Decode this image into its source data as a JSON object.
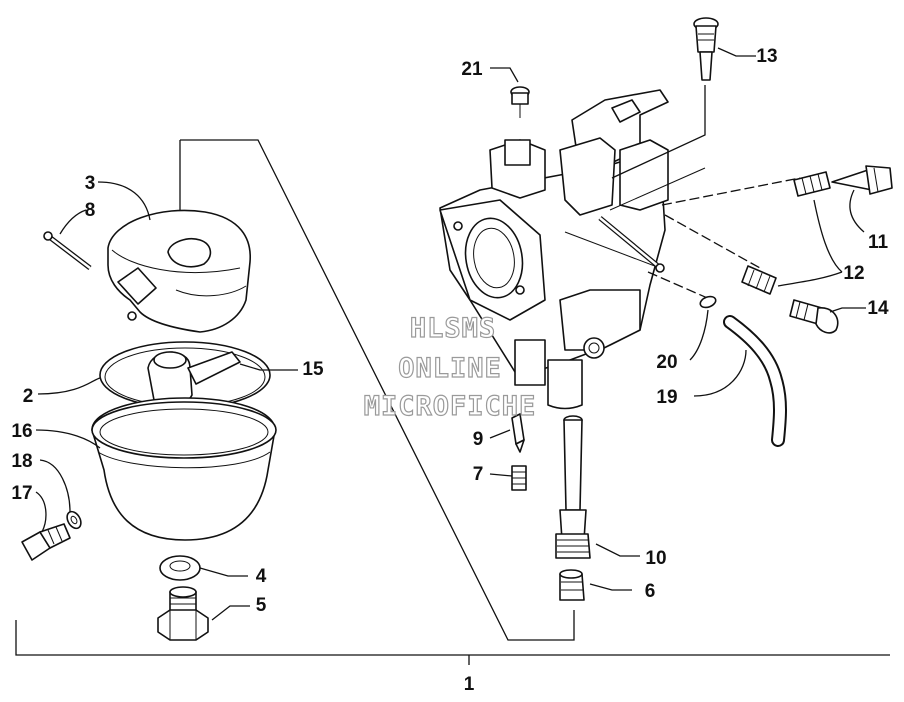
{
  "watermark": {
    "line1": "HLSMS",
    "line2": "ONLINE",
    "line3": "MICROFICHE"
  },
  "callouts": [
    {
      "id": "c1",
      "text": "1"
    },
    {
      "id": "c2",
      "text": "2"
    },
    {
      "id": "c3",
      "text": "3"
    },
    {
      "id": "c4",
      "text": "4"
    },
    {
      "id": "c5",
      "text": "5"
    },
    {
      "id": "c6",
      "text": "6"
    },
    {
      "id": "c7",
      "text": "7"
    },
    {
      "id": "c8",
      "text": "8"
    },
    {
      "id": "c9",
      "text": "9"
    },
    {
      "id": "c10",
      "text": "10"
    },
    {
      "id": "c11",
      "text": "11"
    },
    {
      "id": "c12",
      "text": "12"
    },
    {
      "id": "c13",
      "text": "13"
    },
    {
      "id": "c14",
      "text": "14"
    },
    {
      "id": "c15",
      "text": "15"
    },
    {
      "id": "c16",
      "text": "16"
    },
    {
      "id": "c17",
      "text": "17"
    },
    {
      "id": "c18",
      "text": "18"
    },
    {
      "id": "c19",
      "text": "19"
    },
    {
      "id": "c20",
      "text": "20"
    },
    {
      "id": "c21",
      "text": "21"
    }
  ]
}
